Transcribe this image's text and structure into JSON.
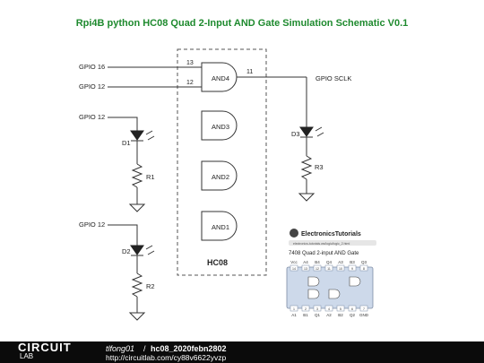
{
  "title": "Rpi4B python HC08 Quad 2-Input AND Gate Simulation Schematic V0.1",
  "labels": {
    "gpio16": "GPIO 16",
    "gpio12a": "GPIO 12",
    "gpio12b": "GPIO 12",
    "gpio12c": "GPIO 12",
    "gpio_sclk": "GPIO SCLK",
    "pin13": "13",
    "pin12": "12",
    "pin11": "11",
    "and4": "AND4",
    "and3": "AND3",
    "and2": "AND2",
    "and1": "AND1",
    "chip": "HC08",
    "d1": "D1",
    "d2": "D2",
    "d3": "D3",
    "r1": "R1",
    "r2": "R2",
    "r3": "R3"
  },
  "inset": {
    "brand": "ElectronicsTutorials",
    "url": "electronics-tutorials.ws/logic/logic_2.html",
    "title": "7408 Quad 2-input AND Gate",
    "top_pins": [
      "Vcc",
      "A4",
      "B4",
      "Q4",
      "A3",
      "B3",
      "Q3"
    ],
    "top_nums": [
      "14",
      "13",
      "12",
      "11",
      "10",
      "9",
      "8"
    ],
    "bottom_nums": [
      "1",
      "2",
      "3",
      "4",
      "5",
      "6",
      "7"
    ],
    "bottom_pins": [
      "A1",
      "B1",
      "Q1",
      "A2",
      "B2",
      "Q2",
      "GND"
    ]
  },
  "footer": {
    "logo_top": "CIRCUIT",
    "logo_bottom": "LAB",
    "author": "tlfong01",
    "separator": "/",
    "project": "hc08_2020febn2802",
    "url": "http://circuitlab.com/cy88v6622yvzp"
  }
}
